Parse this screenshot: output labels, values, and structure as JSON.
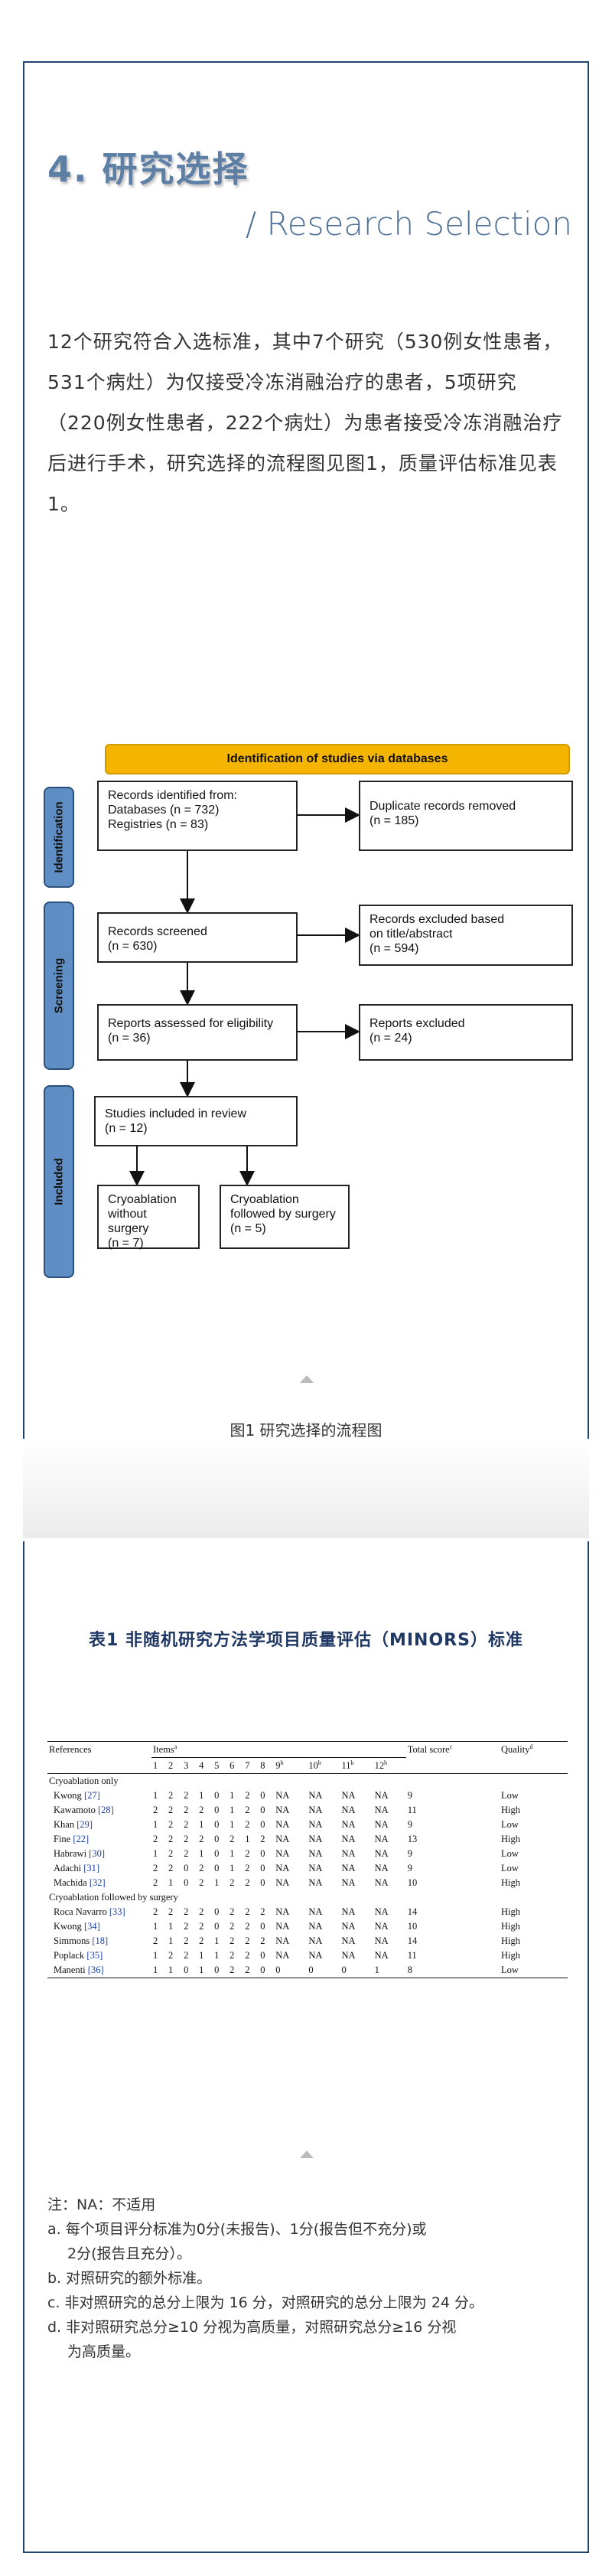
{
  "section": {
    "number_title": "4. 研究选择",
    "subtitle": "/ Research Selection"
  },
  "paragraph": "12个研究符合入选标准，其中7个研究（530例女性患者，531个病灶）为仅接受冷冻消融治疗的患者，5项研究（220例女性患者，222个病灶）为患者接受冷冻消融治疗后进行手术，研究选择的流程图见图1，质量评估标准见表1。",
  "flow": {
    "header": "Identification of studies via databases",
    "phases": [
      "Identification",
      "Screening",
      "Included"
    ],
    "boxes": {
      "identified": "Records identified from:\n    Databases (n = 732)\n    Registries (n = 83)",
      "duplicates": "Duplicate records removed\n(n = 185)",
      "screened": "Records screened\n(n = 630)",
      "excluded_title": "Records excluded based\non title/abstract\n(n = 594)",
      "eligibility": "Reports assessed for eligibility\n(n = 36)",
      "reports_excluded": "Reports excluded\n(n = 24)",
      "included": "Studies included in review\n(n = 12)",
      "cryo_only": "Cryoablation\nwithout surgery\n(n = 7)",
      "cryo_surgery": "Cryoablation\nfollowed by surgery\n(n = 5)"
    }
  },
  "figure_caption": "图1 研究选择的流程图",
  "table_title": "表1 非随机研究方法学项目质量评估（MINORS）标准",
  "table": {
    "headers": {
      "references": "References",
      "items": "Items",
      "items_sup": "a",
      "total": "Total score",
      "total_sup": "c",
      "quality": "Quality",
      "quality_sup": "d"
    },
    "item_numbers": [
      "1",
      "2",
      "3",
      "4",
      "5",
      "6",
      "7",
      "8",
      "9",
      "10",
      "11",
      "12"
    ],
    "item_sups": [
      "",
      "",
      "",
      "",
      "",
      "",
      "",
      "",
      "b",
      "b",
      "b",
      "b"
    ],
    "groups": [
      {
        "label": "Cryoablation only",
        "rows": [
          {
            "name": "Kwong",
            "ref": "[27]",
            "scores": [
              "1",
              "2",
              "2",
              "1",
              "0",
              "1",
              "2",
              "0",
              "NA",
              "NA",
              "NA",
              "NA"
            ],
            "total": "9",
            "quality": "Low"
          },
          {
            "name": "Kawamoto",
            "ref": "[28]",
            "scores": [
              "2",
              "2",
              "2",
              "2",
              "0",
              "1",
              "2",
              "0",
              "NA",
              "NA",
              "NA",
              "NA"
            ],
            "total": "11",
            "quality": "High"
          },
          {
            "name": "Khan",
            "ref": "[29]",
            "scores": [
              "1",
              "2",
              "2",
              "1",
              "0",
              "1",
              "2",
              "0",
              "NA",
              "NA",
              "NA",
              "NA"
            ],
            "total": "9",
            "quality": "Low"
          },
          {
            "name": "Fine",
            "ref": "[22]",
            "scores": [
              "2",
              "2",
              "2",
              "2",
              "0",
              "2",
              "1",
              "2",
              "NA",
              "NA",
              "NA",
              "NA"
            ],
            "total": "13",
            "quality": "High"
          },
          {
            "name": "Habrawi",
            "ref": "[30]",
            "scores": [
              "1",
              "2",
              "2",
              "1",
              "0",
              "1",
              "2",
              "0",
              "NA",
              "NA",
              "NA",
              "NA"
            ],
            "total": "9",
            "quality": "Low"
          },
          {
            "name": "Adachi",
            "ref": "[31]",
            "scores": [
              "2",
              "2",
              "0",
              "2",
              "0",
              "1",
              "2",
              "0",
              "NA",
              "NA",
              "NA",
              "NA"
            ],
            "total": "9",
            "quality": "Low"
          },
          {
            "name": "Machida",
            "ref": "[32]",
            "scores": [
              "2",
              "1",
              "0",
              "2",
              "1",
              "2",
              "2",
              "0",
              "NA",
              "NA",
              "NA",
              "NA"
            ],
            "total": "10",
            "quality": "High"
          }
        ]
      },
      {
        "label": "Cryoablation followed by surgery",
        "rows": [
          {
            "name": "Roca Navarro",
            "ref": "[33]",
            "scores": [
              "2",
              "2",
              "2",
              "2",
              "0",
              "2",
              "2",
              "2",
              "NA",
              "NA",
              "NA",
              "NA"
            ],
            "total": "14",
            "quality": "High"
          },
          {
            "name": "Kwong",
            "ref": "[34]",
            "scores": [
              "1",
              "1",
              "2",
              "2",
              "0",
              "2",
              "2",
              "0",
              "NA",
              "NA",
              "NA",
              "NA"
            ],
            "total": "10",
            "quality": "High"
          },
          {
            "name": "Simmons",
            "ref": "[18]",
            "scores": [
              "2",
              "1",
              "2",
              "2",
              "1",
              "2",
              "2",
              "2",
              "NA",
              "NA",
              "NA",
              "NA"
            ],
            "total": "14",
            "quality": "High"
          },
          {
            "name": "Poplack",
            "ref": "[35]",
            "scores": [
              "1",
              "2",
              "2",
              "1",
              "1",
              "2",
              "2",
              "0",
              "NA",
              "NA",
              "NA",
              "NA"
            ],
            "total": "11",
            "quality": "High"
          },
          {
            "name": "Manenti",
            "ref": "[36]",
            "scores": [
              "1",
              "1",
              "0",
              "1",
              "0",
              "2",
              "2",
              "0",
              "0",
              "0",
              "0",
              "1"
            ],
            "total": "8",
            "quality": "Low"
          }
        ]
      }
    ]
  },
  "notes": [
    "注：NA：不适用",
    "a. 每个项目评分标准为0分(未报告)、1分(报告但不充分)或\n2分(报告且充分）。",
    "b. 对照研究的额外标准。",
    "c. 非对照研究的总分上限为 16 分，对照研究的总分上限为 24 分。",
    "d. 非对照研究总分≥10 分视为高质量，对照研究总分≥16 分视\n为高质量。"
  ]
}
